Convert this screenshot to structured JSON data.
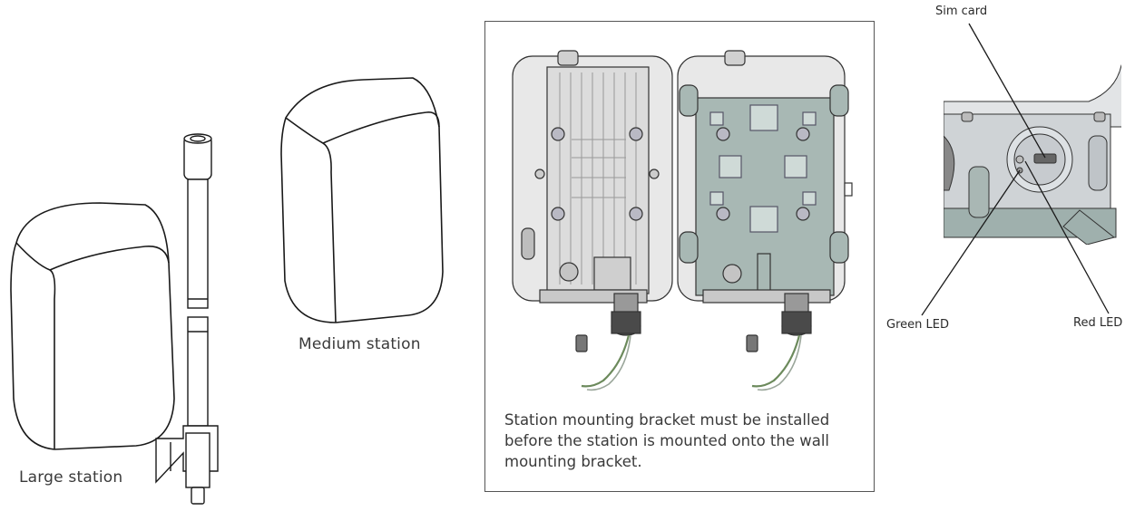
{
  "labels": {
    "large_station": "Large station",
    "medium_station": "Medium station",
    "mounting_note": "Station mounting bracket must be installed before the station is mounted onto the wall mounting bracket.",
    "sim_card": "Sim card",
    "green_led": "Green LED",
    "red_led": "Red LED"
  },
  "colors": {
    "outline": "#1a1a1a",
    "housing": "#e6e6e6",
    "bracket": "#a8b8b4",
    "panel_border": "#555555"
  }
}
